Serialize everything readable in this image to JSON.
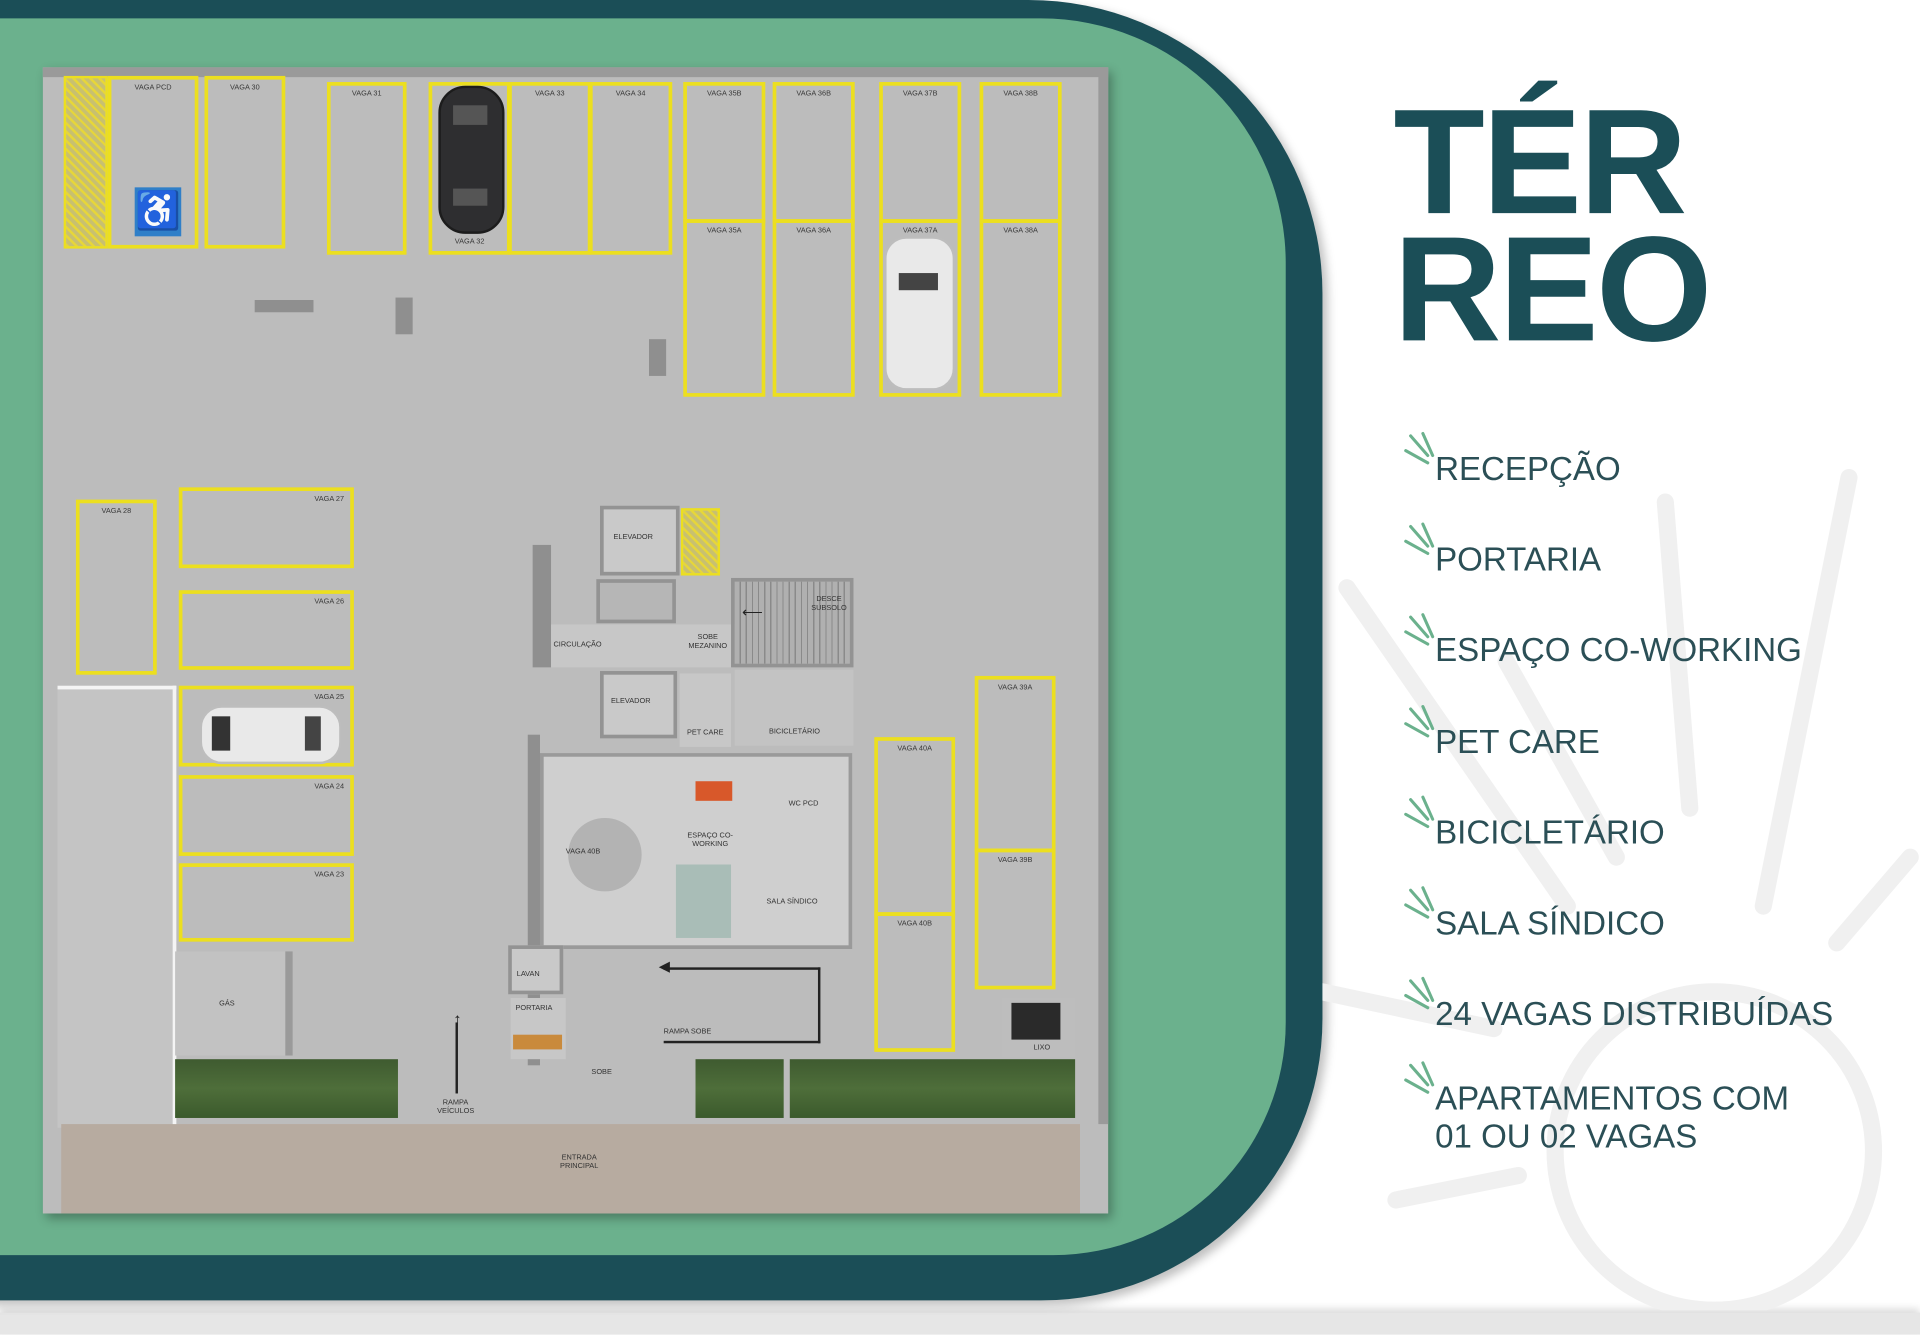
{
  "title": {
    "line1": "TÉR",
    "line2": "REO"
  },
  "features": [
    "RECEPÇÃO",
    "PORTARIA",
    "ESPAÇO CO-WORKING",
    "PET CARE",
    "BICICLETÁRIO",
    "SALA SÍNDICO",
    "24 VAGAS DISTRIBUÍDAS",
    "APARTAMENTOS COM",
    "01 OU 02 VAGAS"
  ],
  "plan": {
    "spots": [
      "VAGA PCD",
      "VAGA 30",
      "VAGA 31",
      "VAGA 32",
      "VAGA 33",
      "VAGA 34",
      "VAGA 35B",
      "VAGA 36B",
      "VAGA 37B",
      "VAGA 38B",
      "VAGA 35A",
      "VAGA 36A",
      "VAGA 37A",
      "VAGA 38A",
      "VAGA 28",
      "VAGA 27",
      "VAGA 26",
      "VAGA 25",
      "VAGA 24",
      "VAGA 23",
      "VAGA 40A",
      "VAGA 40B",
      "VAGA 39A",
      "VAGA 39B"
    ],
    "rooms": {
      "elevator1": "ELEVADOR",
      "elevator2": "ELEVADOR",
      "circulation": "CIRCULAÇÃO",
      "up_mezzanine": "SOBE MEZANINO",
      "down_basement": "DESCE SUBSOLO",
      "bike": "BICICLETÁRIO",
      "pet": "PET CARE",
      "wc": "WC PCD",
      "coworking": "ESPAÇO CO-WORKING",
      "round_area": "VAGA 40B",
      "manager": "SALA SÍNDICO",
      "laundry": "LAVAN",
      "concierge": "PORTARIA",
      "ramp_up": "RAMPA SOBE",
      "up": "SOBE",
      "vehicle_ramp": "RAMPA VEÍCULOS",
      "main_entrance": "ENTRADA PRINCIPAL",
      "gas": "GÁS",
      "trash": "LIXO"
    }
  },
  "colors": {
    "dark_teal": "#1b4e57",
    "green": "#6bb18d",
    "parking_yellow": "#ecdf1f",
    "accessible_blue": "#2f7fc8"
  }
}
